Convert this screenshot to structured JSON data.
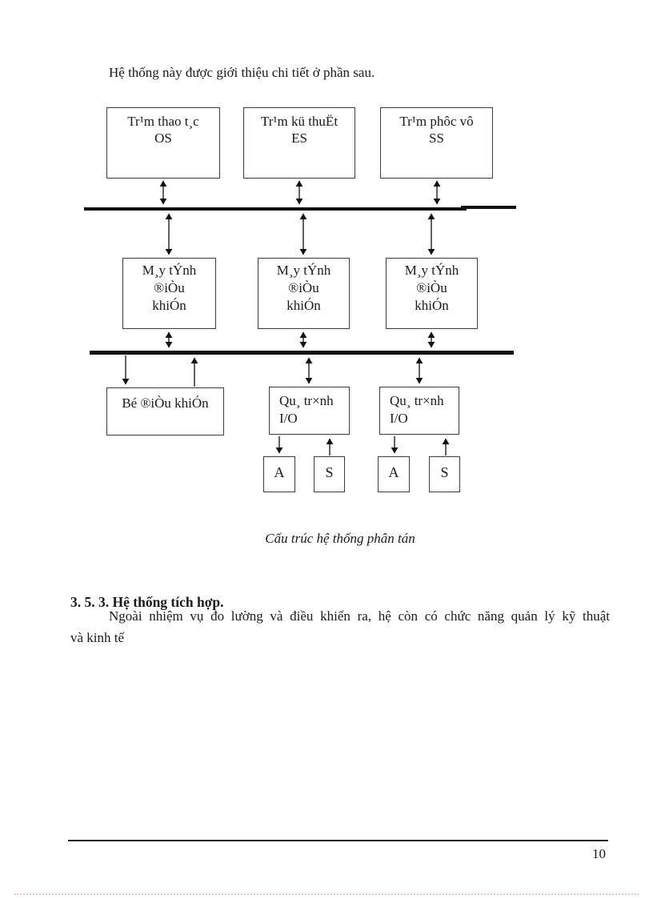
{
  "page": {
    "intro": "Hệ thống này được giới thiệu chi tiết ở phần sau.",
    "section_heading": "3. 5. 3. Hệ thống tích hợp.",
    "paragraph_line1": "Ngoài nhiệm vụ đo lường và điều khiển ra, hệ còn có chức năng quản lý kỹ thuật",
    "paragraph_line2": "và kinh tế",
    "page_number": "10"
  },
  "diagram": {
    "caption": "Cấu trúc hệ thống phân tán",
    "stations": [
      {
        "line1": "Tr¹m thao t¸c",
        "line2": "OS"
      },
      {
        "line1": "Tr¹m kü thuËt",
        "line2": "ES"
      },
      {
        "line1": "Tr¹m phôc vô",
        "line2": "SS"
      }
    ],
    "computers": [
      {
        "line1": "M¸y tÝnh",
        "line2": "®iÒu",
        "line3": "khiÓn"
      },
      {
        "line1": "M¸y tÝnh",
        "line2": "®iÒu",
        "line3": "khiÓn"
      },
      {
        "line1": "M¸y tÝnh",
        "line2": "®iÒu",
        "line3": "khiÓn"
      }
    ],
    "controller_label": "Bé ®iÒu khiÓn",
    "io_processes": [
      {
        "line1": "Qu¸ tr×nh",
        "line2": "I/O"
      },
      {
        "line1": "Qu¸ tr×nh",
        "line2": "I/O"
      }
    ],
    "actuator_label": "A",
    "sensor_label": "S"
  }
}
